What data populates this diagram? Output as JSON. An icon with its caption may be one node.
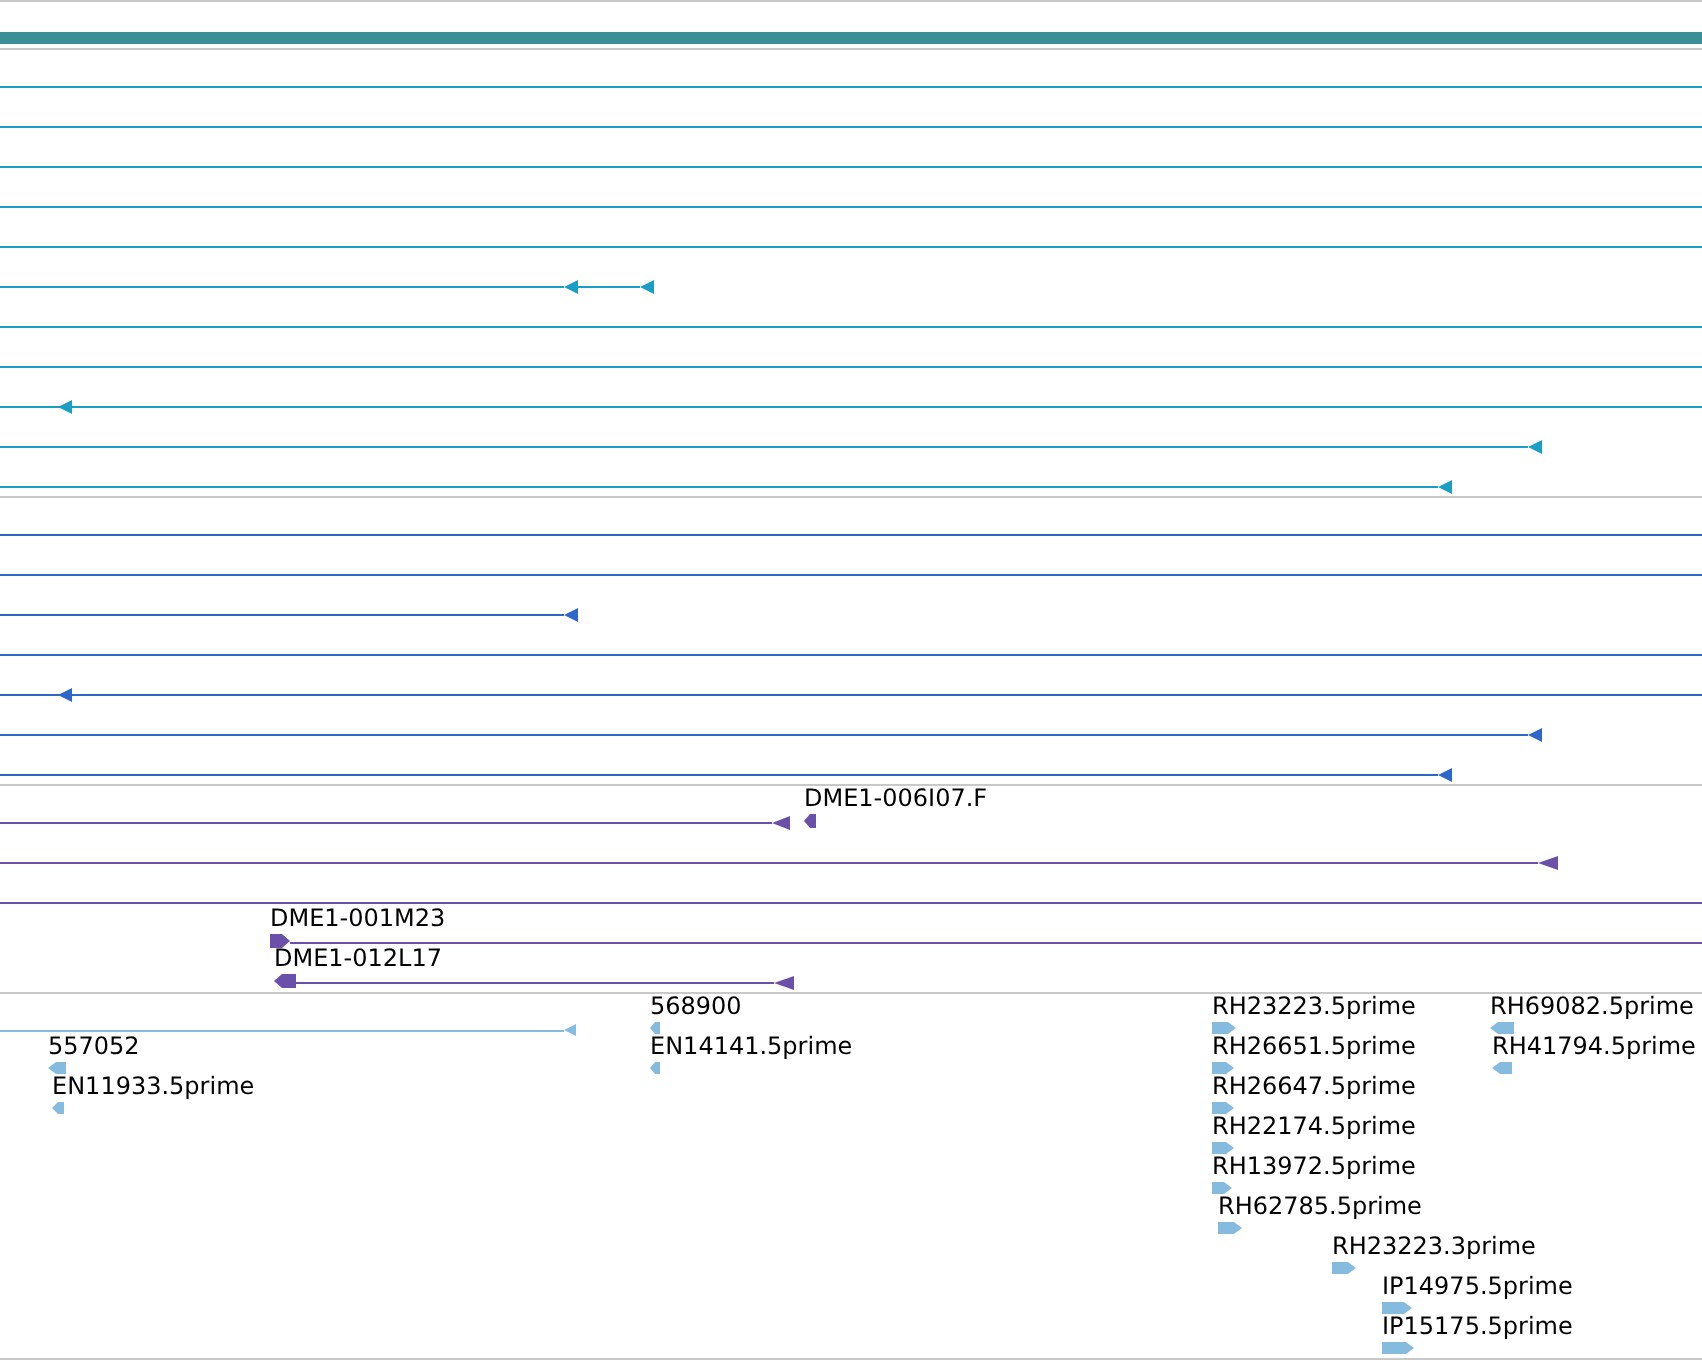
{
  "diagram": {
    "nodes": [
      {
        "text": [],
        "shape": "triangle"
      },
      {
        "text": [],
        "shape": "triangle"
      },
      {
        "text": [],
        "shape": "triangle"
      },
      {
        "text": [],
        "shape": "triangle"
      },
      {
        "text": [],
        "shape": "triangle"
      },
      {
        "text": [],
        "shape": "triangle"
      },
      {
        "text": [],
        "shape": "triangle"
      },
      {
        "text": [],
        "shape": "triangle"
      },
      {
        "text": [],
        "shape": "triangle"
      },
      {
        "text": [],
        "shape": "triangle"
      },
      {
        "text": [
          "DME1-006I07.F"
        ]
      },
      {
        "text": [],
        "shape": "triangle"
      },
      {
        "text": [
          "DME1-001M23"
        ]
      },
      {
        "text": [
          "DME1-012L17"
        ]
      },
      {
        "text": [],
        "shape": "triangle"
      },
      {
        "text": [],
        "shape": "triangle"
      },
      {
        "text": [
          "568900"
        ]
      },
      {
        "text": [
          "EN14141.5prime"
        ]
      },
      {
        "text": [
          "557052"
        ]
      },
      {
        "text": [
          "EN11933.5prime"
        ]
      },
      {
        "text": [
          "RH23223.5prime"
        ]
      },
      {
        "text": [
          "RH69082.5prime"
        ]
      },
      {
        "text": [
          "RH26651.5prime"
        ]
      },
      {
        "text": [
          "RH41794.5prime"
        ]
      },
      {
        "text": [
          "RH26647.5prime"
        ]
      },
      {
        "text": [
          "RH22174.5prime"
        ]
      },
      {
        "text": [
          "RH13972.5prime"
        ]
      },
      {
        "text": [
          "RH62785.5prime"
        ]
      },
      {
        "text": [
          "RH23223.3prime"
        ]
      },
      {
        "text": [
          "IP14975.5prime"
        ]
      },
      {
        "text": [
          "IP15175.5prime"
        ]
      }
    ],
    "edges": [
      {
        "from": null,
        "to": 0,
        "arrow": "none",
        "color": "#1a9ec4"
      },
      {
        "from": 0,
        "to": 1,
        "arrow": "none",
        "color": "#1a9ec4"
      },
      {
        "from": null,
        "to": 3,
        "arrow": "none",
        "color": "#1a9ec4"
      },
      {
        "from": null,
        "to": 4,
        "arrow": "none",
        "color": "#1a9ec4"
      },
      {
        "from": null,
        "to": 5,
        "arrow": "none",
        "color": "#2d68c8"
      },
      {
        "from": null,
        "to": 7,
        "arrow": "none",
        "color": "#2d68c8"
      },
      {
        "from": null,
        "to": 8,
        "arrow": "none",
        "color": "#2d68c8"
      },
      {
        "from": null,
        "to": 9,
        "arrow": "none",
        "color": "#6b50aa"
      },
      {
        "from": null,
        "to": 11,
        "arrow": "none",
        "color": "#6b50aa"
      },
      {
        "from": 12,
        "to": null,
        "arrow": "none",
        "color": "#6b50aa"
      },
      {
        "from": 13,
        "to": 14,
        "arrow": "none",
        "color": "#6b50aa"
      },
      {
        "from": null,
        "to": 15,
        "arrow": "none",
        "color": "#86bbe0"
      }
    ]
  }
}
